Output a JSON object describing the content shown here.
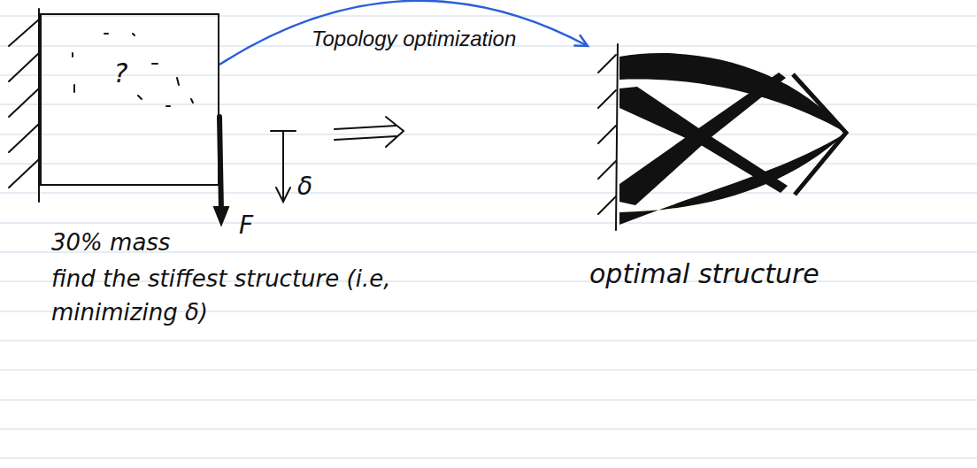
{
  "diagram": {
    "nodes": [
      {
        "text": [
          "?"
        ]
      },
      {
        "text": [
          "optimal structure"
        ]
      }
    ],
    "edges": [
      {
        "from": 0,
        "to": 1,
        "arrow": "to",
        "label": "Topology optimization"
      }
    ],
    "labels": [
      "F",
      "δ",
      "30% mass",
      "find the stiffest structure (i.e, minimizing δ)"
    ]
  }
}
